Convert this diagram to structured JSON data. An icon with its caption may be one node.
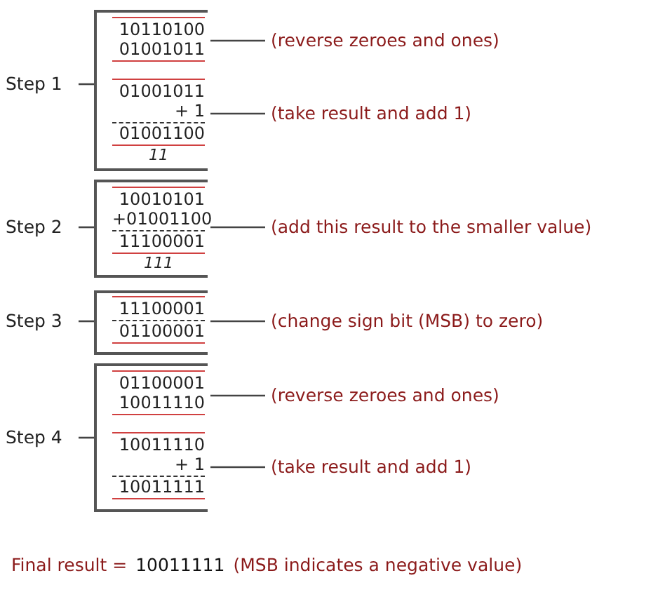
{
  "diagram": {
    "nodes": [
      {
        "text": [
          "Step 1"
        ]
      },
      {
        "text": [],
        "shape": "bracket"
      },
      {
        "text": [
          "10110100",
          "01001011"
        ],
        "in": 1
      },
      {
        "text": [
          "(reverse zeroes and ones)"
        ]
      },
      {
        "text": [
          "01001011",
          "+ 1",
          "01001100",
          "11"
        ],
        "in": 1
      },
      {
        "text": [
          "(take result and add 1)"
        ]
      },
      {
        "text": [
          "Step 2"
        ]
      },
      {
        "text": [],
        "shape": "bracket"
      },
      {
        "text": [
          "10010101",
          "+01001100",
          "11100001",
          "111"
        ],
        "in": 7
      },
      {
        "text": [
          "(add this result to the smaller value)"
        ]
      },
      {
        "text": [
          "Step 3"
        ]
      },
      {
        "text": [],
        "shape": "bracket"
      },
      {
        "text": [
          "11100001",
          "01100001"
        ],
        "in": 11
      },
      {
        "text": [
          "(change sign bit (MSB) to zero)"
        ]
      },
      {
        "text": [
          "Step 4"
        ]
      },
      {
        "text": [],
        "shape": "bracket"
      },
      {
        "text": [
          "01100001",
          "10011110"
        ],
        "in": 15
      },
      {
        "text": [
          "(reverse zeroes and ones)"
        ]
      },
      {
        "text": [
          "10011110",
          "+ 1",
          "10011111"
        ],
        "in": 15
      },
      {
        "text": [
          "(take result and add 1)"
        ]
      }
    ],
    "edges": [
      {
        "from": 0,
        "to": 1,
        "arrow": "none"
      },
      {
        "from": 2,
        "to": 3,
        "arrow": "none"
      },
      {
        "from": 4,
        "to": 5,
        "arrow": "none"
      },
      {
        "from": 6,
        "to": 7,
        "arrow": "none"
      },
      {
        "from": 8,
        "to": 9,
        "arrow": "none"
      },
      {
        "from": 10,
        "to": 11,
        "arrow": "none"
      },
      {
        "from": 12,
        "to": 13,
        "arrow": "none"
      },
      {
        "from": 14,
        "to": 15,
        "arrow": "none"
      },
      {
        "from": 16,
        "to": 17,
        "arrow": "none"
      },
      {
        "from": 18,
        "to": 19,
        "arrow": "none"
      }
    ],
    "labels": [
      "Final result =",
      "10011111",
      "(MSB indicates a negative value)"
    ]
  }
}
